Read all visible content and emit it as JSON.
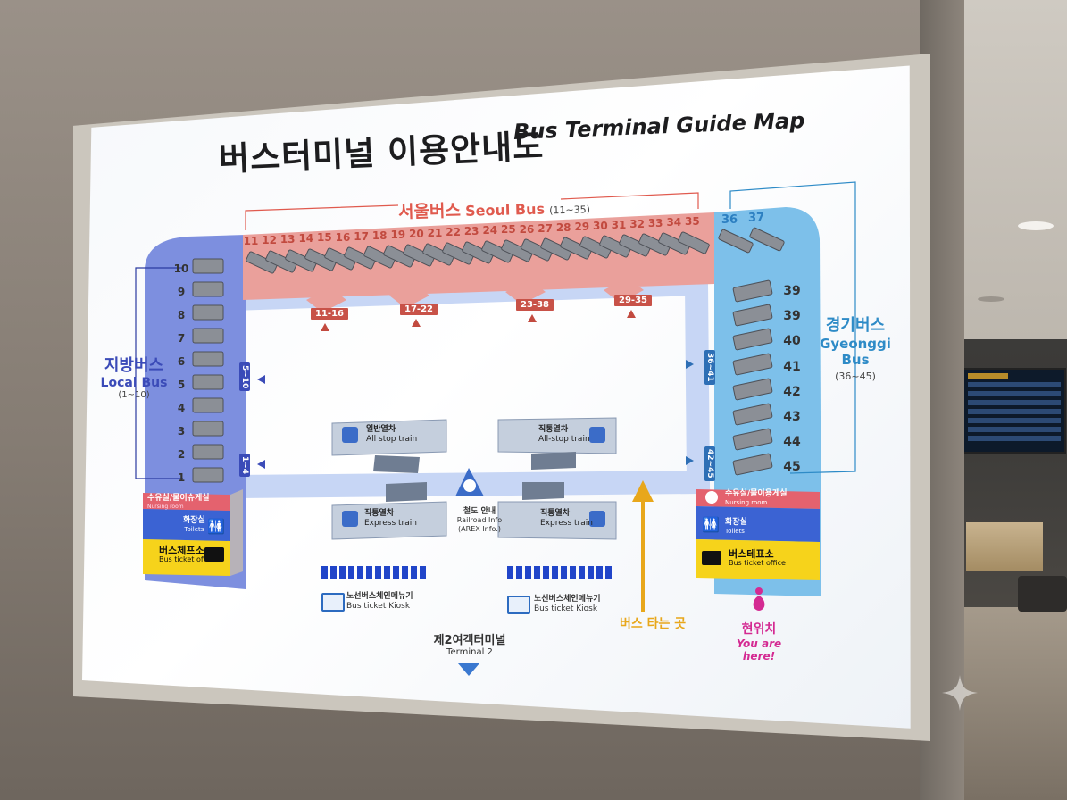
{
  "title": {
    "korean": "버스터미널 이용안내도",
    "english": "Bus Terminal Guide Map"
  },
  "seoul_bus": {
    "label_ko": "서울버스",
    "label_en": "Seoul Bus",
    "range": "(11~35)",
    "stops": [
      "11",
      "12",
      "13",
      "14",
      "15",
      "16",
      "17",
      "18",
      "19",
      "20",
      "21",
      "22",
      "23",
      "24",
      "25",
      "26",
      "27",
      "28",
      "29",
      "30",
      "31",
      "32",
      "33",
      "34",
      "35"
    ],
    "gates": [
      "11-16",
      "17-22",
      "23-38",
      "29-35"
    ],
    "color": "#e05a4e"
  },
  "local_bus": {
    "label_ko": "지방버스",
    "label_en": "Local Bus",
    "range": "(1~10)",
    "stops": [
      "10",
      "9",
      "8",
      "7",
      "6",
      "5",
      "4",
      "3",
      "2",
      "1"
    ],
    "gates": [
      "5~10",
      "1~4"
    ],
    "color": "#3b4bb8"
  },
  "gyeonggi_bus": {
    "label_ko": "경기버스",
    "label_en": "Gyeonggi",
    "label_en2": "Bus",
    "range": "(36~45)",
    "top_stops": [
      "36",
      "37"
    ],
    "stops": [
      "39",
      "39",
      "40",
      "41",
      "42",
      "43",
      "44",
      "45"
    ],
    "gates": [
      "36~41",
      "42~45"
    ],
    "color": "#2e8bc7"
  },
  "left_facilities": {
    "nursing": {
      "ko": "수유실/물이슈게실",
      "en": "Nursing room"
    },
    "toilets": {
      "ko": "화장실",
      "en": "Toilets"
    },
    "ticket": {
      "ko": "버스체프소",
      "en": "Bus ticket office"
    }
  },
  "right_facilities": {
    "nursing": {
      "ko": "수유실/물이용게실",
      "en": "Nursing room"
    },
    "toilets": {
      "ko": "화장실",
      "en": "Toilets"
    },
    "ticket": {
      "ko": "버스테표소",
      "en": "Bus ticket office"
    }
  },
  "rail": {
    "all_stop_left": {
      "ko": "일반열차",
      "en": "All stop train"
    },
    "all_stop_right": {
      "ko": "직통열차",
      "en": "All-stop train"
    },
    "express_left": {
      "ko": "직통열차",
      "en": "Express train"
    },
    "express_right": {
      "ko": "직통열차",
      "en": "Express train"
    },
    "info": {
      "ko": "철도 안내",
      "en": "Railroad Info",
      "sub": "(AREX Info.)"
    }
  },
  "kiosks": {
    "left": {
      "ko": "노선버스체인메뉴기",
      "en": "Bus ticket Kiosk"
    },
    "right": {
      "ko": "노선버스체인메뉴기",
      "en": "Bus ticket Kiosk"
    }
  },
  "terminal2": {
    "ko": "제2여객터미널",
    "en": "Terminal 2"
  },
  "boarding": {
    "ko": "버스 타는 곳",
    "color": "#e8a71b"
  },
  "you_are_here": {
    "ko": "현위치",
    "en1": "You are",
    "en2": "here!",
    "color": "#d42a92"
  },
  "icons": [
    "bus-icon",
    "train-icon",
    "toilet-icon",
    "nursing-icon",
    "ticket-icon",
    "kiosk-icon",
    "location-pin-icon",
    "arrow-up-icon",
    "sparkle-icon"
  ]
}
